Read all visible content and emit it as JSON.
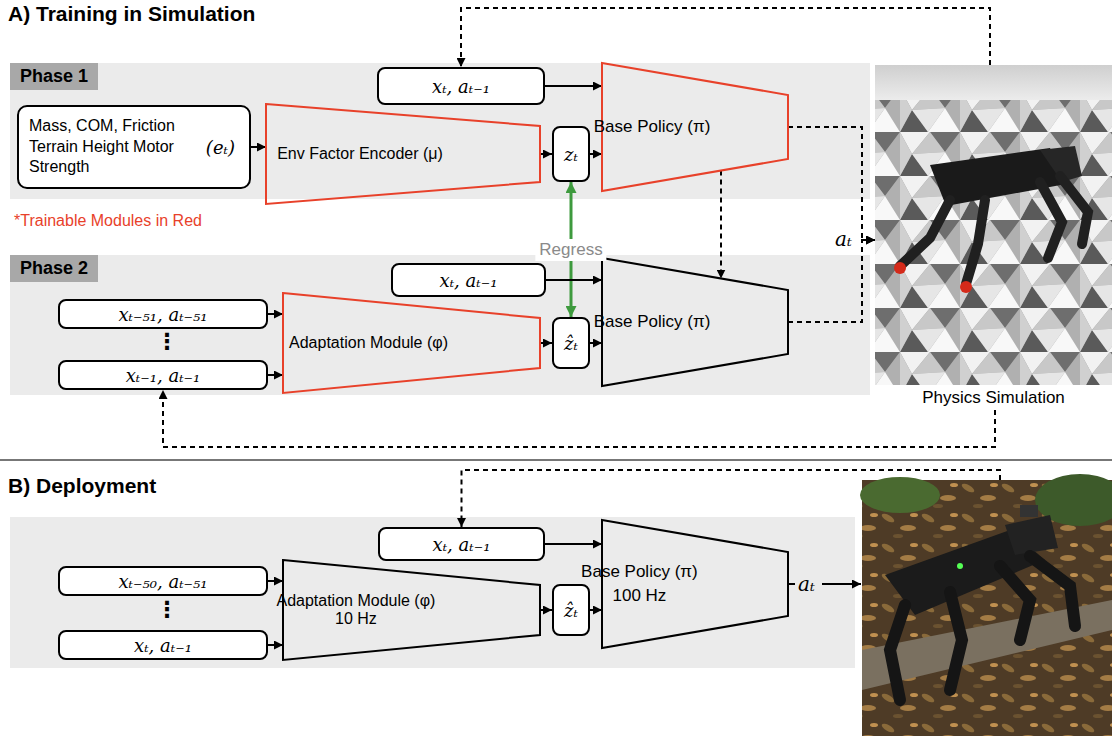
{
  "diagram": {
    "nodes": [
      {
        "text": [
          "Phase 1"
        ]
      },
      {
        "text": [
          "Mass, COM, Friction Terrain Height Motor Strength",
          "(eₜ)"
        ],
        "in": 0
      },
      {
        "text": [
          "Env Factor Encoder (μ)"
        ],
        "in": 0
      },
      {
        "text": [
          "xₜ, aₜ₋₁"
        ],
        "in": 0
      },
      {
        "text": [
          "zₜ"
        ],
        "in": 0
      },
      {
        "text": [
          "Base Policy (π)"
        ],
        "in": 0
      },
      {
        "text": [
          "Phase 2"
        ]
      },
      {
        "text": [
          "xₜ₋₅₁, aₜ₋₅₁"
        ],
        "in": 6
      },
      {
        "text": [
          "xₜ₋₁, aₜ₋₁"
        ],
        "in": 6
      },
      {
        "text": [
          "Adaptation Module (φ)"
        ],
        "in": 6
      },
      {
        "text": [
          "xₜ, aₜ₋₁"
        ],
        "in": 6
      },
      {
        "text": [
          "ẑₜ"
        ],
        "in": 6
      },
      {
        "text": [
          "Base Policy (π)"
        ],
        "in": 6
      },
      {
        "text": [
          "Physics Simulation"
        ]
      },
      {
        "text": [
          "xₜ₋₅₀, aₜ₋₅₁"
        ]
      },
      {
        "text": [
          "xₜ, aₜ₋₁"
        ]
      },
      {
        "text": [
          "Adaptation Module (φ)",
          "10 Hz"
        ]
      },
      {
        "text": [
          "xₜ, aₜ₋₁"
        ]
      },
      {
        "text": [
          "ẑₜ"
        ]
      },
      {
        "text": [
          "Base Policy (π)",
          "100 Hz"
        ]
      }
    ],
    "edges": [
      {
        "from": 1,
        "to": 2,
        "arrow": "to"
      },
      {
        "from": 2,
        "to": 4,
        "arrow": "to"
      },
      {
        "from": 4,
        "to": 5,
        "arrow": "to"
      },
      {
        "from": 3,
        "to": 5,
        "arrow": "to"
      },
      {
        "from": 5,
        "to": 13,
        "arrow": "to"
      },
      {
        "from": 13,
        "to": 3,
        "arrow": "to"
      },
      {
        "from": 5,
        "to": 12,
        "arrow": "to"
      },
      {
        "from": 4,
        "to": 11,
        "arrow": "both",
        "label": "Regress"
      },
      {
        "from": 7,
        "to": 9,
        "arrow": "to"
      },
      {
        "from": 8,
        "to": 9,
        "arrow": "to"
      },
      {
        "from": 9,
        "to": 11,
        "arrow": "to"
      },
      {
        "from": 11,
        "to": 12,
        "arrow": "to"
      },
      {
        "from": 10,
        "to": 12,
        "arrow": "to"
      },
      {
        "from": 12,
        "to": 13,
        "arrow": "to"
      },
      {
        "from": 13,
        "to": 8,
        "arrow": "to"
      },
      {
        "from": 14,
        "to": 16,
        "arrow": "to"
      },
      {
        "from": 15,
        "to": 16,
        "arrow": "to"
      },
      {
        "from": 16,
        "to": 18,
        "arrow": "to"
      },
      {
        "from": 18,
        "to": 19,
        "arrow": "to"
      },
      {
        "from": 17,
        "to": 19,
        "arrow": "to"
      }
    ],
    "labels": [
      "A) Training in Simulation",
      "*Trainable Modules in Red",
      "aₜ",
      "⋮",
      "B) Deployment",
      "⋮",
      "aₜ"
    ]
  }
}
